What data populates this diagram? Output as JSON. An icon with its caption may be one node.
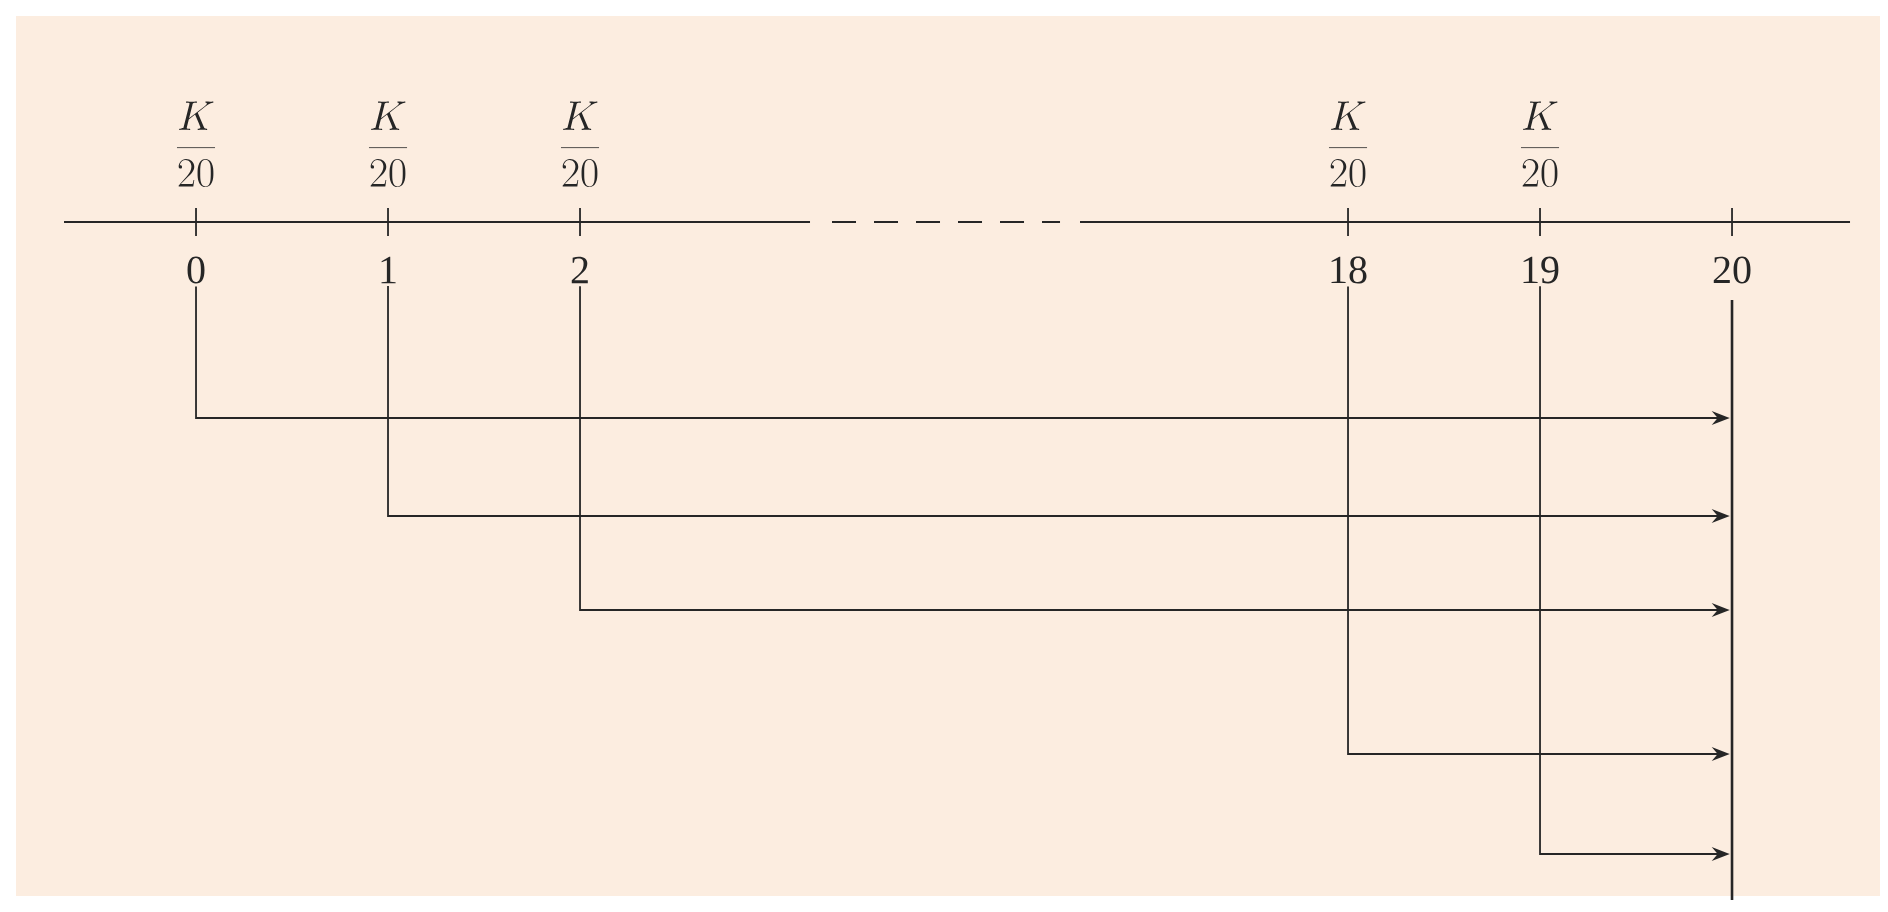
{
  "diagram": {
    "nodes": [
      {
        "text": [
          "0"
        ],
        "beside": [
          "\\frac{K}{20}"
        ]
      },
      {
        "text": [
          "1"
        ],
        "beside": [
          "\\frac{K}{20}"
        ]
      },
      {
        "text": [
          "2"
        ],
        "beside": [
          "\\frac{K}{20}"
        ]
      },
      {
        "text": [
          "18"
        ],
        "beside": [
          "\\frac{K}{20}"
        ]
      },
      {
        "text": [
          "19"
        ],
        "beside": [
          "\\frac{K}{20}"
        ]
      },
      {
        "text": [
          "20"
        ]
      },
      {
        "text": [],
        "shape": "bar"
      }
    ],
    "edges": [
      {
        "from": 0,
        "to": 6,
        "arrow": "to"
      },
      {
        "from": 1,
        "to": 6,
        "arrow": "to"
      },
      {
        "from": 2,
        "to": 6,
        "arrow": "to"
      },
      {
        "from": 3,
        "to": 6,
        "arrow": "to"
      },
      {
        "from": 4,
        "to": 6,
        "arrow": "to"
      }
    ]
  }
}
